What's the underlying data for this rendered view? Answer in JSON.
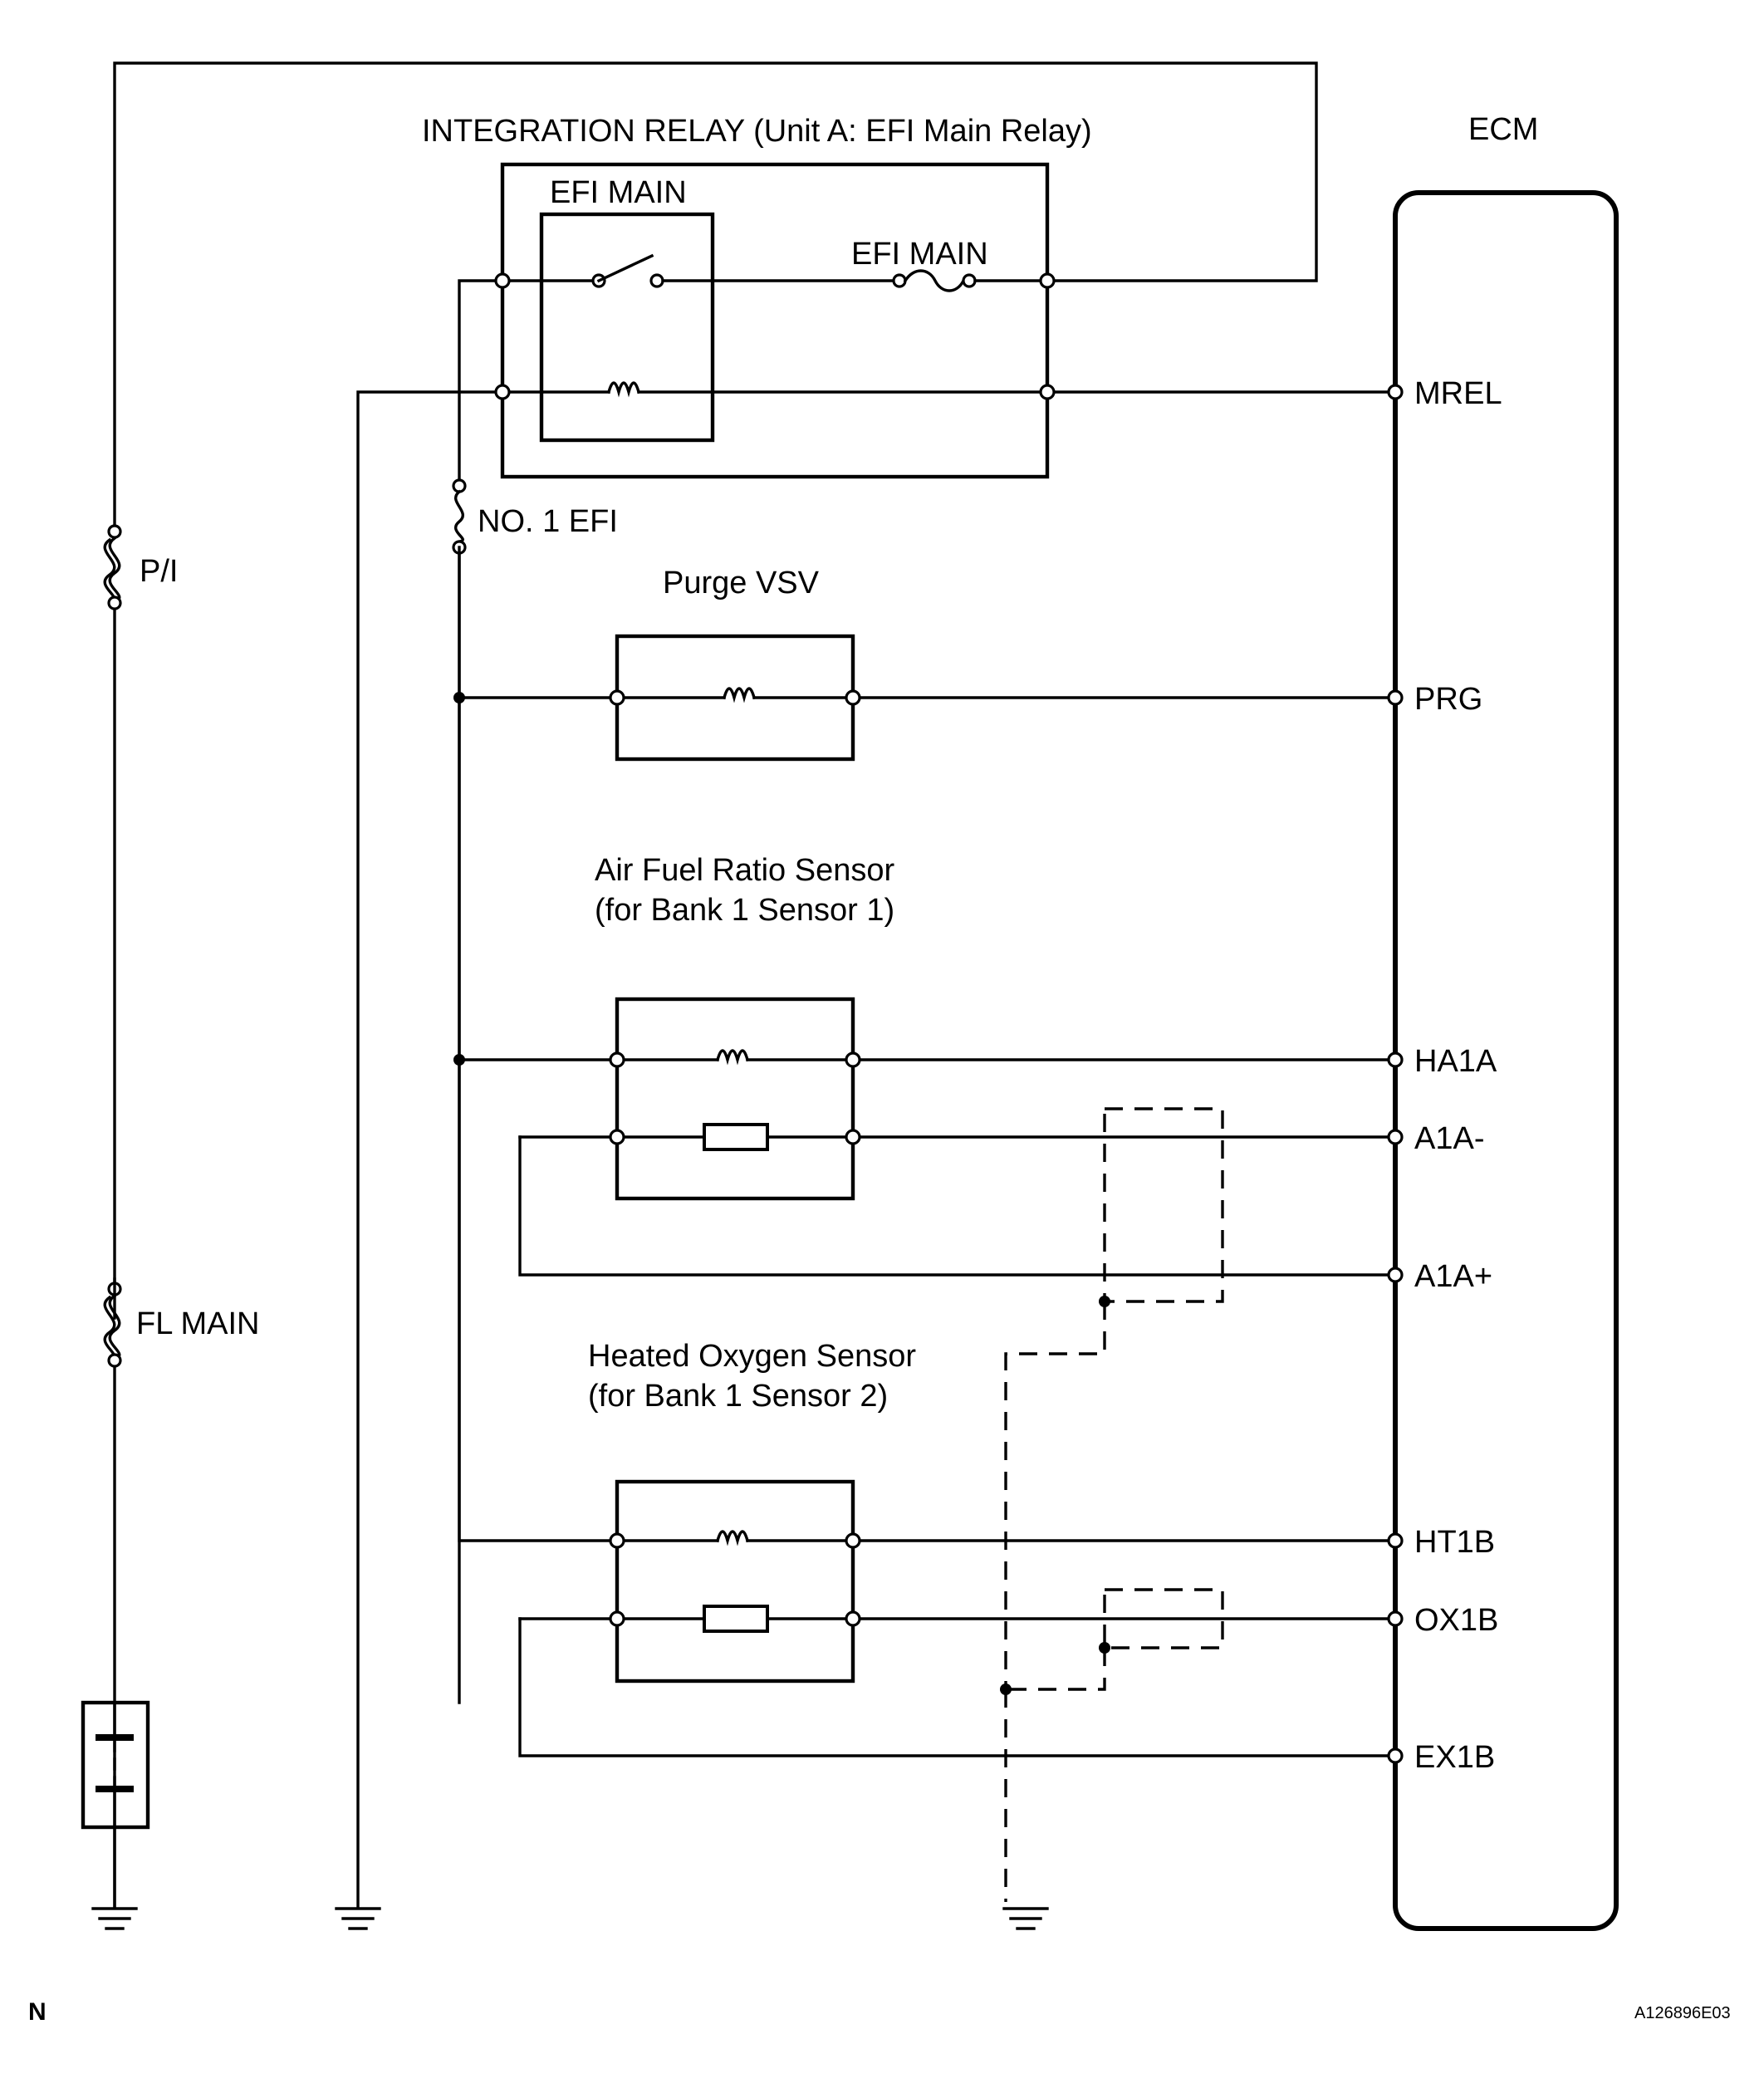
{
  "labels": {
    "integration_relay": "INTEGRATION RELAY (Unit A: EFI Main Relay)",
    "ecm": "ECM",
    "efi_main_relay": "EFI MAIN",
    "efi_main_fuse": "EFI MAIN",
    "no1_efi_fuse": "NO. 1 EFI",
    "pi_fuse": "P/I",
    "fl_main_fuse": "FL MAIN",
    "purge_vsv": "Purge VSV",
    "af_sensor_line1": "Air Fuel Ratio Sensor",
    "af_sensor_line2": "(for Bank 1 Sensor 1)",
    "ho2_sensor_line1": "Heated Oxygen Sensor",
    "ho2_sensor_line2": "(for Bank 1 Sensor 2)",
    "corner_mark": "N",
    "figure_code": "A126896E03"
  },
  "ecm_pins": {
    "mrel": "MREL",
    "prg": "PRG",
    "ha1a": "HA1A",
    "a1a_minus": "A1A-",
    "a1a_plus": "A1A+",
    "ht1b": "HT1B",
    "ox1b": "OX1B",
    "ex1b": "EX1B"
  }
}
